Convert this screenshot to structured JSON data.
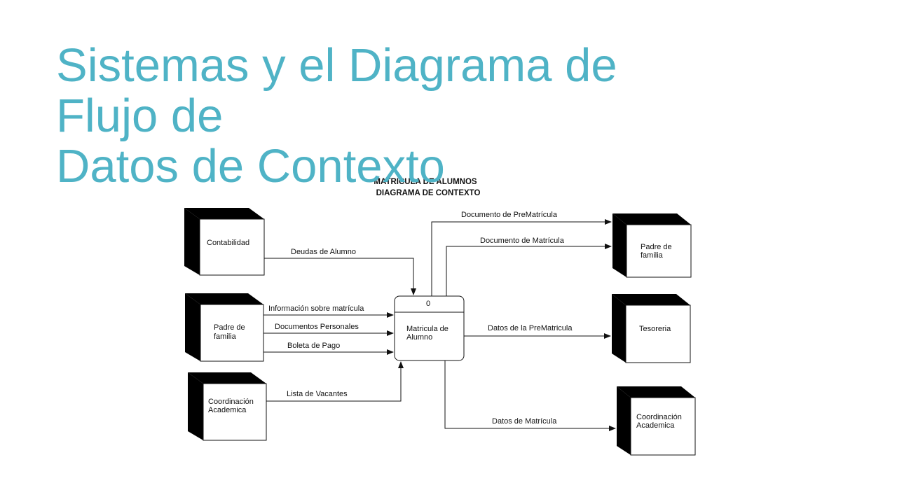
{
  "title_lines": [
    "Sistemas y el Diagrama de",
    "Flujo de",
    "Datos de Contexto"
  ],
  "title_color": "#4fb3c6",
  "diagram": {
    "heading1": "MATRICULA DE ALUMNOS",
    "heading2": "DIAGRAMA DE CONTEXTO",
    "process": {
      "number": "0",
      "label_lines": [
        "Matricula de",
        "Alumno"
      ]
    },
    "entities": {
      "contabilidad": [
        "Contabilidad"
      ],
      "padre_left": [
        "Padre de",
        "familia"
      ],
      "coordinacion_left": [
        "Coordinación",
        "Academica"
      ],
      "padre_right": [
        "Padre de",
        "familia"
      ],
      "tesoreria": [
        "Tesoreria"
      ],
      "coordinacion_right": [
        "Coordinación",
        "Academica"
      ]
    },
    "flows": {
      "deudas": "Deudas de Alumno",
      "informacion": "Información sobre matrícula",
      "documentos": "Documentos Personales",
      "boleta": "Boleta de Pago",
      "vacantes": "Lista de Vacantes",
      "doc_prematricula": "Documento de PreMatrícula",
      "doc_matricula": "Documento de Matrícula",
      "datos_prematricula": "Datos de la PreMatricula",
      "datos_matricula": "Datos de Matrícula"
    }
  }
}
